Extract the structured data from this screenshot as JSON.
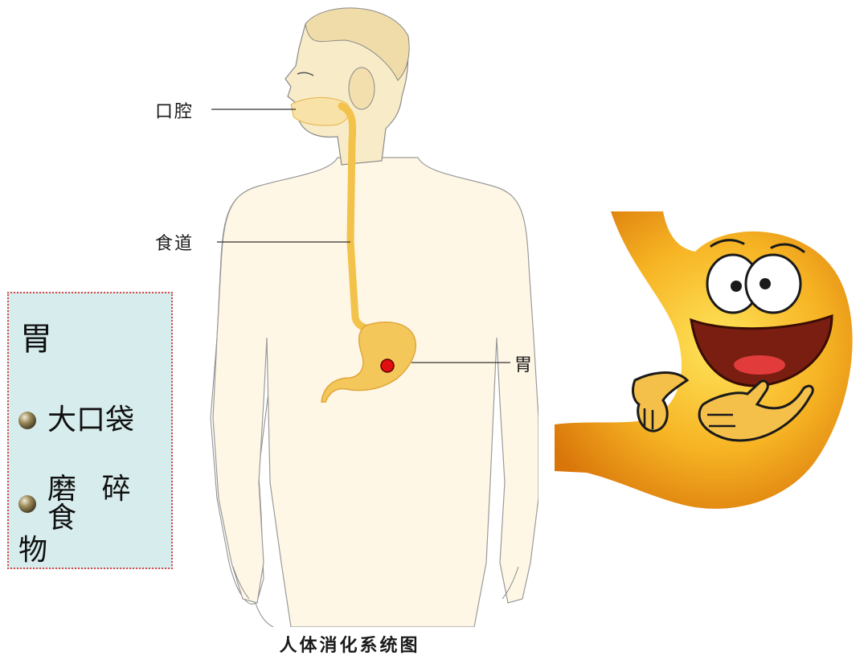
{
  "diagram": {
    "labels": {
      "mouth": "口腔",
      "esophagus": "食道",
      "stomach": "胃"
    },
    "caption": "人体消化系统图"
  },
  "info_box": {
    "title": "胃",
    "items": [
      "大口袋",
      "磨 碎 食",
      "物"
    ]
  },
  "colors": {
    "digestive_tract": "#f2c24a",
    "marker": "#e11010",
    "box_bg": "#d7ecec",
    "box_border": "#d84a4a",
    "stomach_cartoon": "#f3a31a"
  }
}
